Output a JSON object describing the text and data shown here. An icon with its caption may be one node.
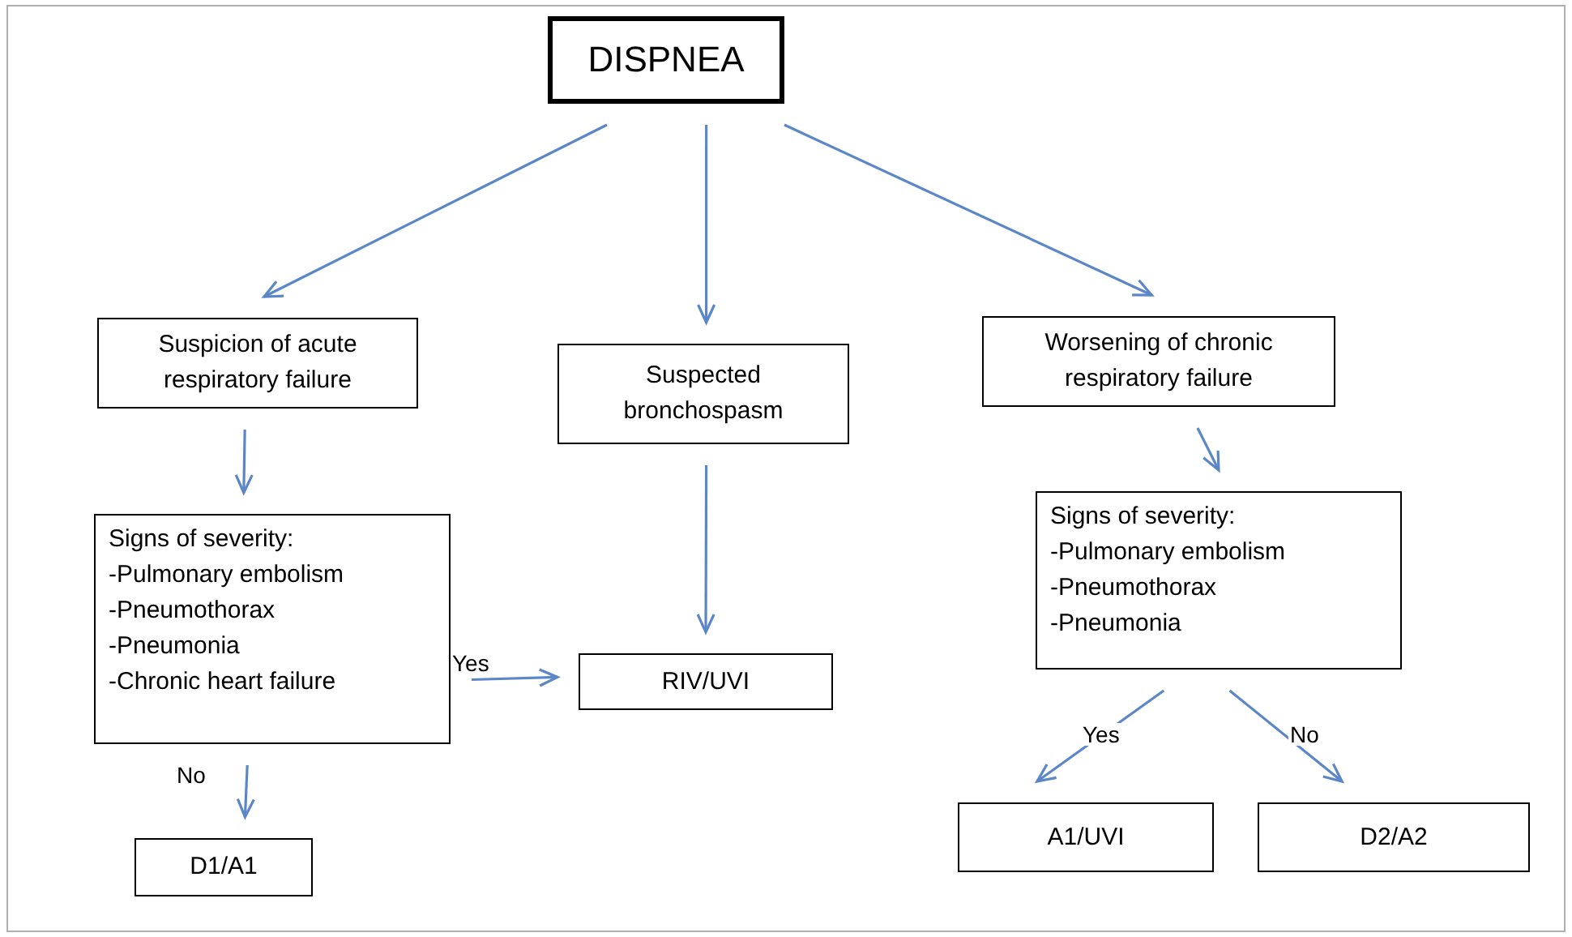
{
  "diagram": {
    "nodes": [
      {
        "text": [
          "DISPNEA"
        ]
      },
      {
        "text": [
          "Suspicion of acute respiratory failure"
        ]
      },
      {
        "text": [
          "Suspected bronchospasm"
        ]
      },
      {
        "text": [
          "Worsening of chronic respiratory failure"
        ]
      },
      {
        "text": [
          "Signs of severity: -Pulmonary embolism -Pneumothorax -Pneumonia -Chronic heart failure"
        ]
      },
      {
        "text": [
          "RIV/UVI"
        ]
      },
      {
        "text": [
          "Signs of severity: -Pulmonary embolism -Pneumothorax -Pneumonia"
        ]
      },
      {
        "text": [
          "D1/A1"
        ]
      },
      {
        "text": [
          "A1/UVI"
        ]
      },
      {
        "text": [
          "D2/A2"
        ]
      }
    ],
    "edges": [
      {
        "from": 0,
        "to": 1,
        "arrow": "to"
      },
      {
        "from": 0,
        "to": 2,
        "arrow": "to"
      },
      {
        "from": 0,
        "to": 3,
        "arrow": "to"
      },
      {
        "from": 1,
        "to": 4,
        "arrow": "to"
      },
      {
        "from": 2,
        "to": 5,
        "arrow": "to"
      },
      {
        "from": 4,
        "to": 5,
        "arrow": "to",
        "label": "Yes"
      },
      {
        "from": 4,
        "to": 7,
        "arrow": "to",
        "label": "No"
      },
      {
        "from": 3,
        "to": 6,
        "arrow": "to"
      },
      {
        "from": 6,
        "to": 8,
        "arrow": "to",
        "label": "Yes"
      },
      {
        "from": 6,
        "to": 9,
        "arrow": "to",
        "label": "No"
      }
    ]
  }
}
